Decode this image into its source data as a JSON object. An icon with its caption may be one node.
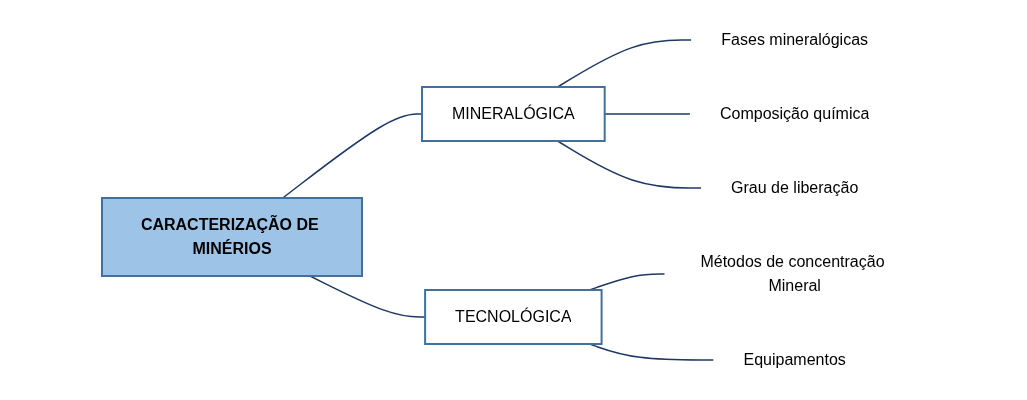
{
  "diagram": {
    "nodes": [
      {
        "text": [
          "CARACTERIZAÇÃO DE MINÉRIOS"
        ]
      },
      {
        "text": [
          "MINERALÓGICA"
        ]
      },
      {
        "text": [
          "TECNOLÓGICA"
        ]
      },
      {
        "text": [
          "Fases mineralógicas"
        ]
      },
      {
        "text": [
          "Composição química"
        ]
      },
      {
        "text": [
          "Grau de liberação"
        ]
      },
      {
        "text": [
          "Métodos de concentração Mineral"
        ]
      },
      {
        "text": [
          "Equipamentos"
        ]
      }
    ],
    "edges": [
      {
        "from": 0,
        "to": 1,
        "arrow": "none"
      },
      {
        "from": 0,
        "to": 2,
        "arrow": "none"
      },
      {
        "from": 1,
        "to": 3,
        "arrow": "none"
      },
      {
        "from": 1,
        "to": 4,
        "arrow": "none"
      },
      {
        "from": 1,
        "to": 5,
        "arrow": "none"
      },
      {
        "from": 2,
        "to": 6,
        "arrow": "none"
      },
      {
        "from": 2,
        "to": 7,
        "arrow": "none"
      }
    ]
  }
}
